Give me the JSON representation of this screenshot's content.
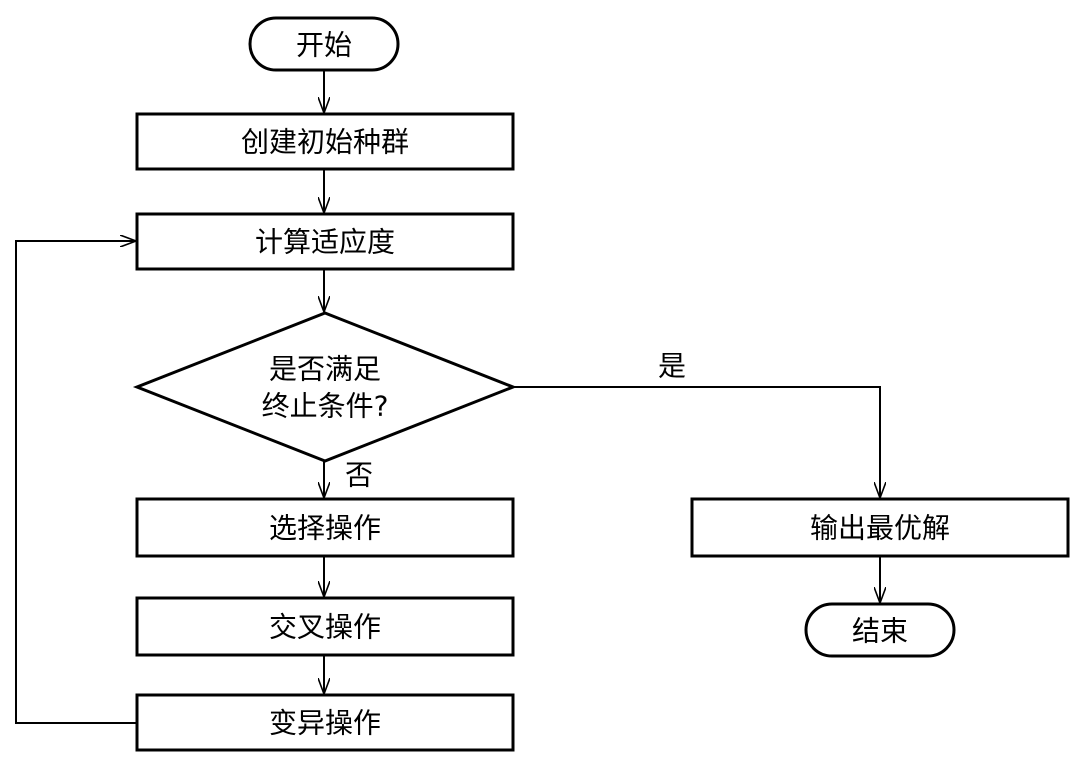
{
  "flowchart": {
    "start": "开始",
    "init_population": "创建初始种群",
    "fitness": "计算适应度",
    "decision_line1": "是否满足",
    "decision_line2": "终止条件?",
    "yes_label": "是",
    "no_label": "否",
    "selection": "选择操作",
    "crossover": "交叉操作",
    "mutation": "变异操作",
    "output": "输出最优解",
    "end": "结束"
  }
}
